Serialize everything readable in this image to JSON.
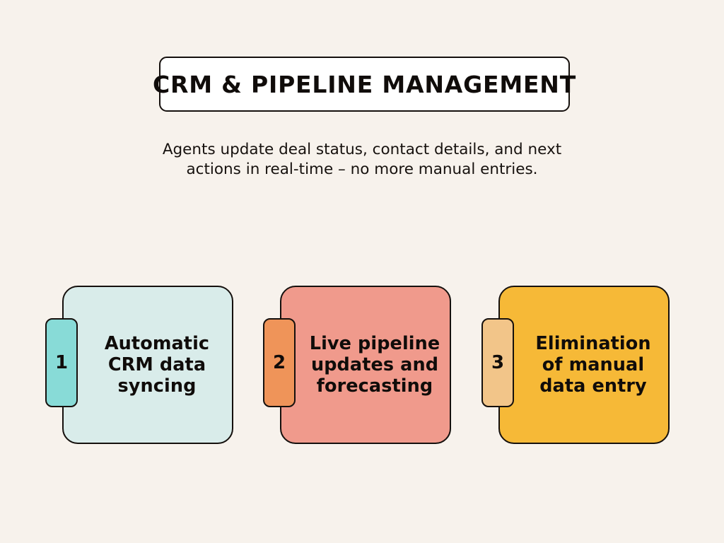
{
  "slide": {
    "background_color": "#f7f2ec",
    "title": "CRM & Pipeline Management",
    "subtitle_line_1": "Agents update deal status, contact details, and next",
    "subtitle_line_2": "actions in real-time – no more manual entries."
  },
  "cards": [
    {
      "number": "1",
      "label": "Automatic CRM data syncing",
      "card_color": "#d9ecea",
      "badge_color": "#88dbd7",
      "outline_color": "#15100d"
    },
    {
      "number": "2",
      "label": "Live pipeline updates and forecasting",
      "card_color": "#f09a8c",
      "badge_color": "#ef9459",
      "outline_color": "#15100d"
    },
    {
      "number": "3",
      "label": "Elimination of manual data entry",
      "card_color": "#f6b937",
      "badge_color": "#f2c589",
      "outline_color": "#15100d"
    }
  ]
}
